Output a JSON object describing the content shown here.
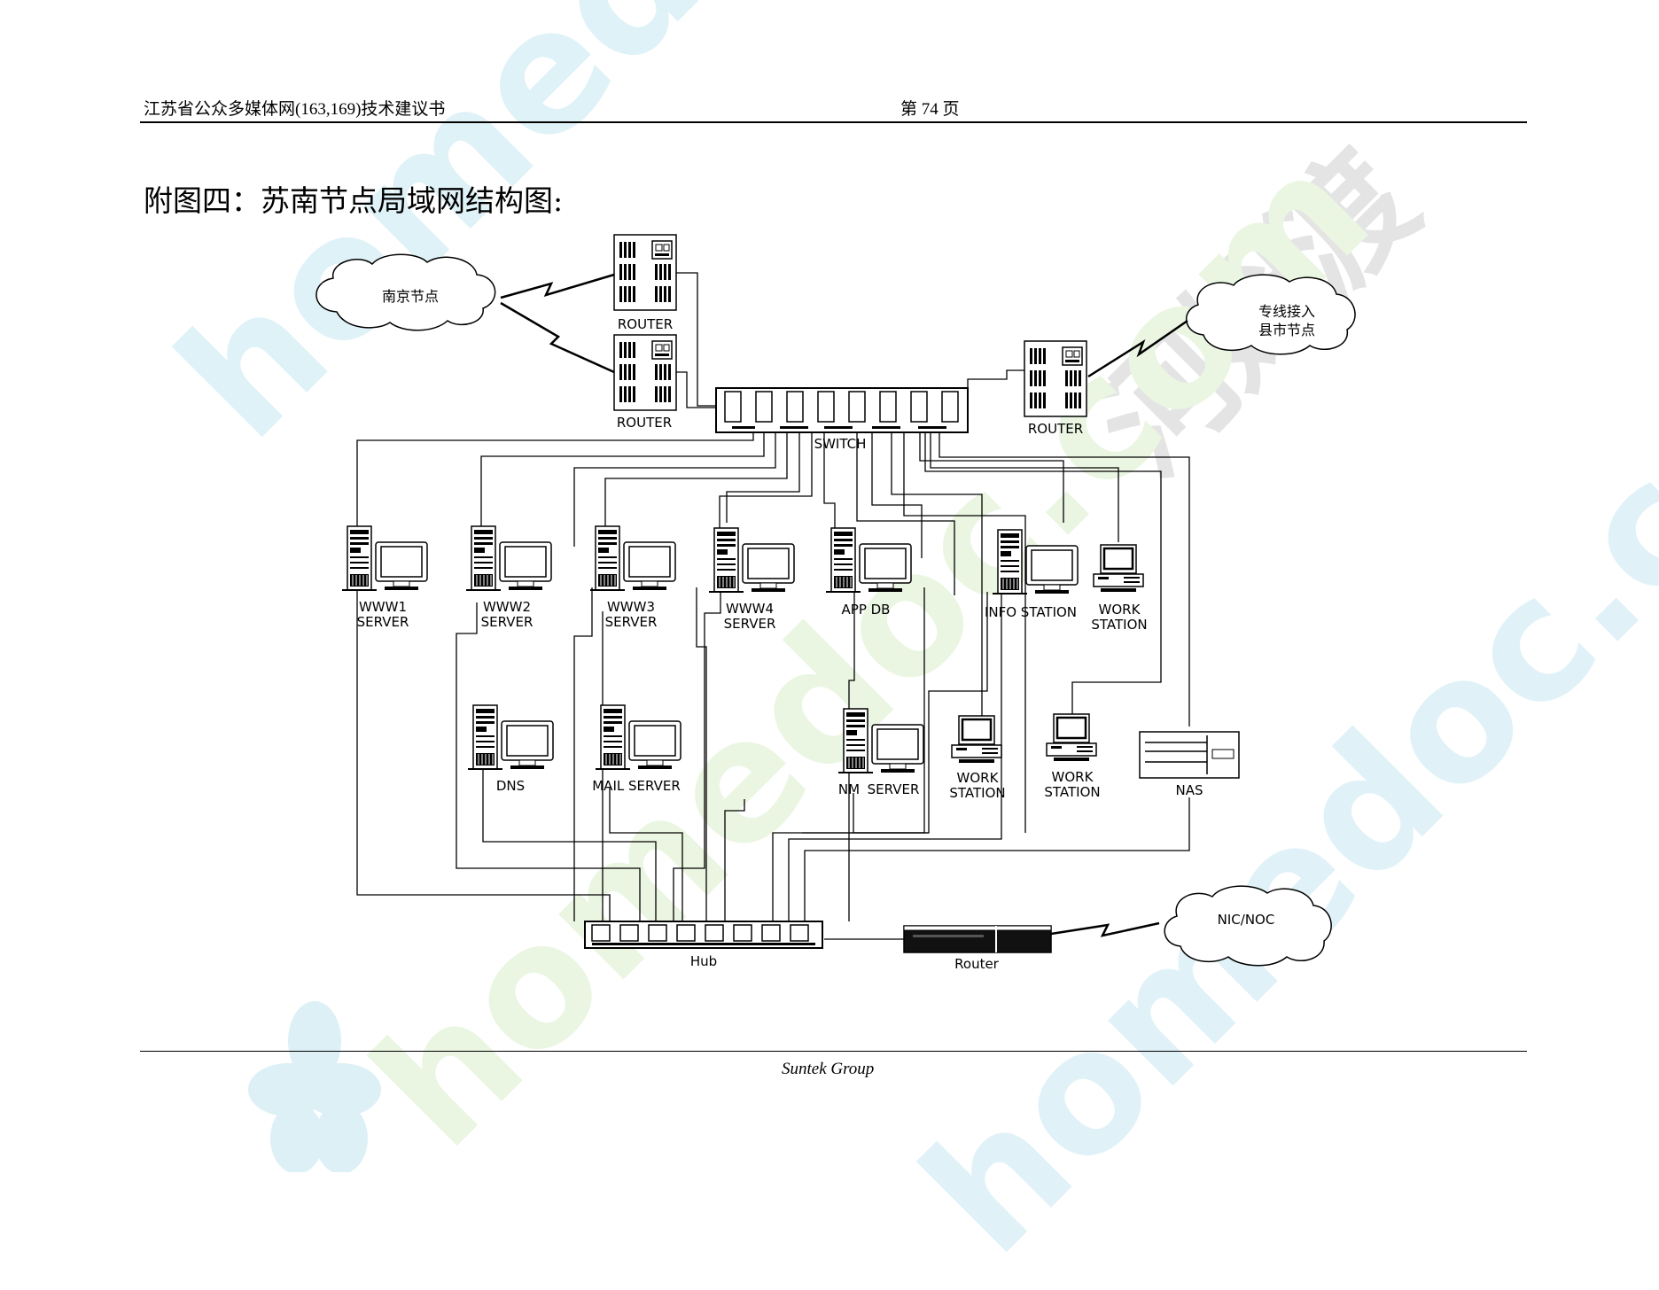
{
  "header": {
    "doc_title": "江苏省公众多媒体网(163,169)技术建议书",
    "page_label": "第 74 页"
  },
  "title": "附图四：苏南节点局域网结构图:",
  "footer": "Suntek Group",
  "watermarks": [
    "homedoc.com",
    "河姆渡",
    "homedoc.com",
    "homedoc.com"
  ],
  "diagram": {
    "clouds": {
      "nanjing": "南京节点",
      "county_line1": "专线接入",
      "county_line2": "县市节点",
      "nic": "NIC/NOC"
    },
    "routers": {
      "r1": "ROUTER",
      "r2": "ROUTER",
      "r3": "ROUTER",
      "r4": "Router"
    },
    "switch": "SWITCH",
    "hub": "Hub",
    "nodes": {
      "www1_l1": "WWW1",
      "www1_l2": "SERVER",
      "www2_l1": "WWW2",
      "www2_l2": "SERVER",
      "www3_l1": "WWW3",
      "www3_l2": "SERVER",
      "www4_l1": "WWW4",
      "www4_l2": "SERVER",
      "appdb": "APP DB",
      "info": "INFO STATION",
      "ws1_l1": "WORK",
      "ws1_l2": "STATION",
      "dns": "DNS",
      "mail": "MAIL SERVER",
      "nm_l1": "NM",
      "nm_l2": "SERVER",
      "ws2_l1": "WORK",
      "ws2_l2": "STATION",
      "ws3_l1": "WORK",
      "ws3_l2": "STATION",
      "nas": "NAS"
    }
  }
}
